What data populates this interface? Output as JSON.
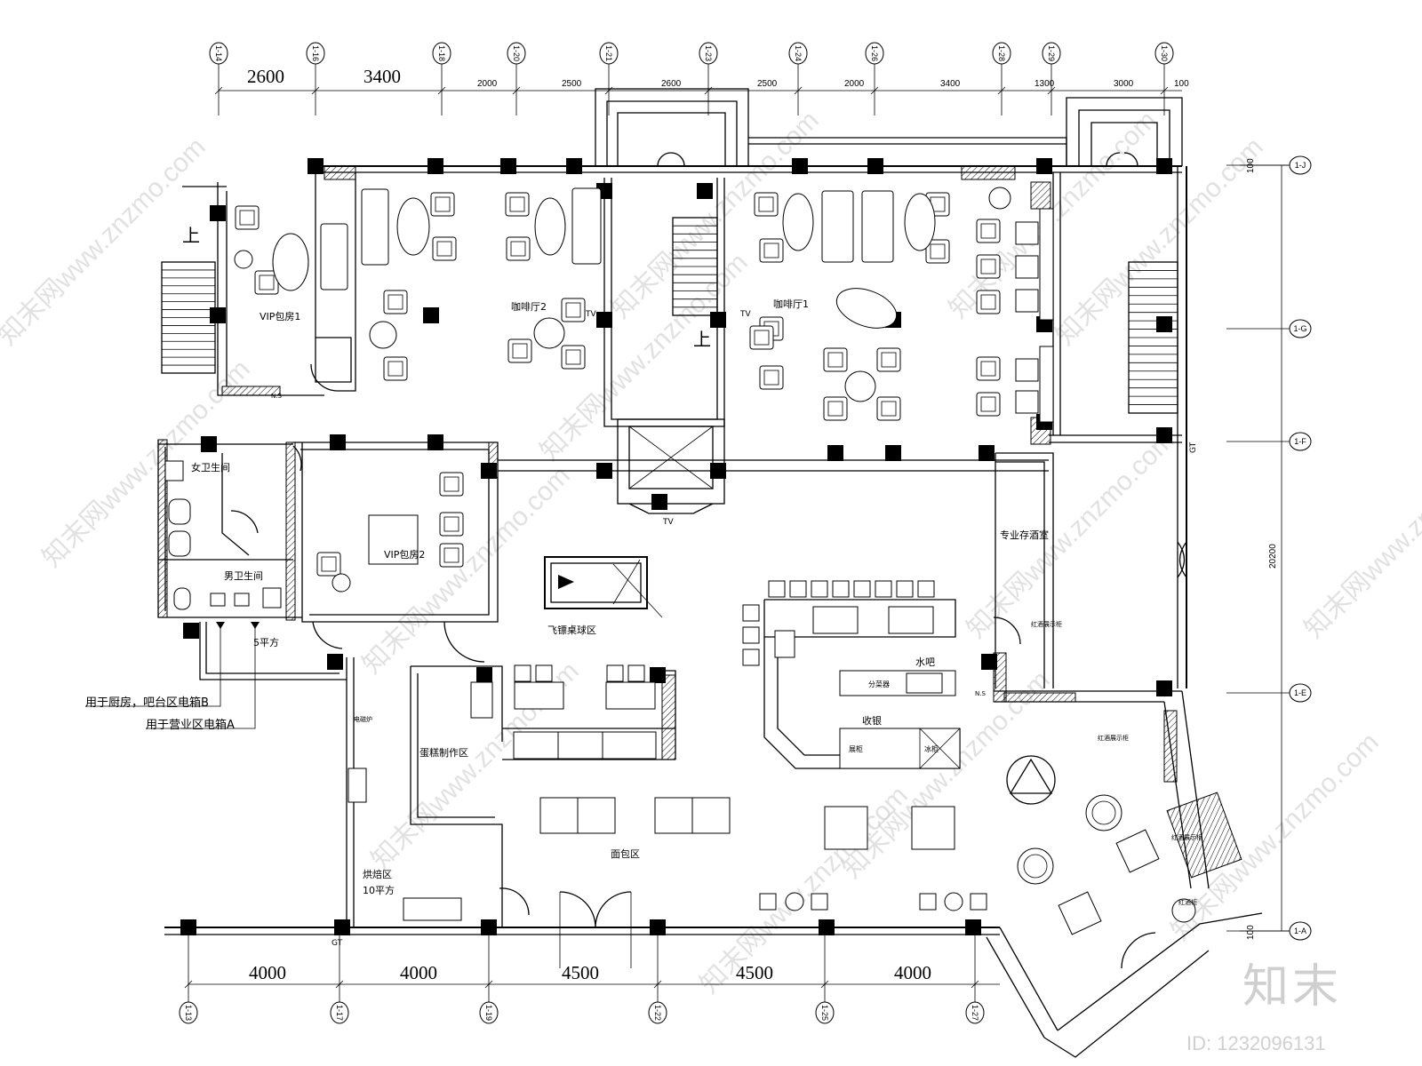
{
  "top_dimensions": [
    "2600",
    "3400",
    "2000",
    "2500",
    "2600",
    "2500",
    "2000",
    "3400",
    "1300",
    "3000",
    "100"
  ],
  "bottom_dimensions": [
    "4000",
    "4000",
    "4500",
    "4500",
    "4000"
  ],
  "right_dimensions": [
    "100",
    "20200",
    "100"
  ],
  "grid_markers": {
    "top": [
      "1-14",
      "1-16",
      "1-18",
      "1-20",
      "1-21",
      "1-23",
      "1-24",
      "1-26",
      "1-28",
      "1-29",
      "1-30"
    ],
    "bottom": [
      "1-13",
      "1-17",
      "1-19",
      "1-22",
      "1-25",
      "1-27"
    ],
    "right": [
      "1-J",
      "1-G",
      "1-F",
      "1-E",
      "1-A"
    ]
  },
  "rooms": {
    "vip1": "VIP包房1",
    "coffee2": "咖啡厅2",
    "coffee1": "咖啡厅1",
    "women_wc": "女卫生间",
    "men_wc": "男卫生间",
    "vip2": "VIP包房2",
    "darts": "飞镖桌球区",
    "wine": "专业存酒室",
    "water_bar": "水吧",
    "cashier": "收银",
    "cake": "蛋糕制作区",
    "bread": "面包区",
    "bake": "烘焙区",
    "bake_area": "10平方",
    "five_sqm": "5平方"
  },
  "labels": {
    "up1": "上",
    "up2": "上",
    "tv1": "TV",
    "tv2": "TV",
    "tv3": "TV",
    "gt1": "GT",
    "gt2": "GT",
    "box_b": "用于厨房，吧台区电箱B",
    "box_a": "用于营业区电箱A",
    "ns1": "N.S",
    "ns2": "N.S",
    "divider": "分菜器",
    "counter": "展柜",
    "fridge": "冰柜",
    "cabinet1": "红酒展示柜",
    "cabinet2": "红酒展示柜",
    "cabinet3": "红酒展示柜",
    "cabinet4": "红酒柜",
    "cooker": "电磁炉"
  },
  "watermark": "znzmo.com",
  "watermark_prefix": "知末网www.",
  "brand": "知末",
  "brand_id": "ID: 1232096131"
}
